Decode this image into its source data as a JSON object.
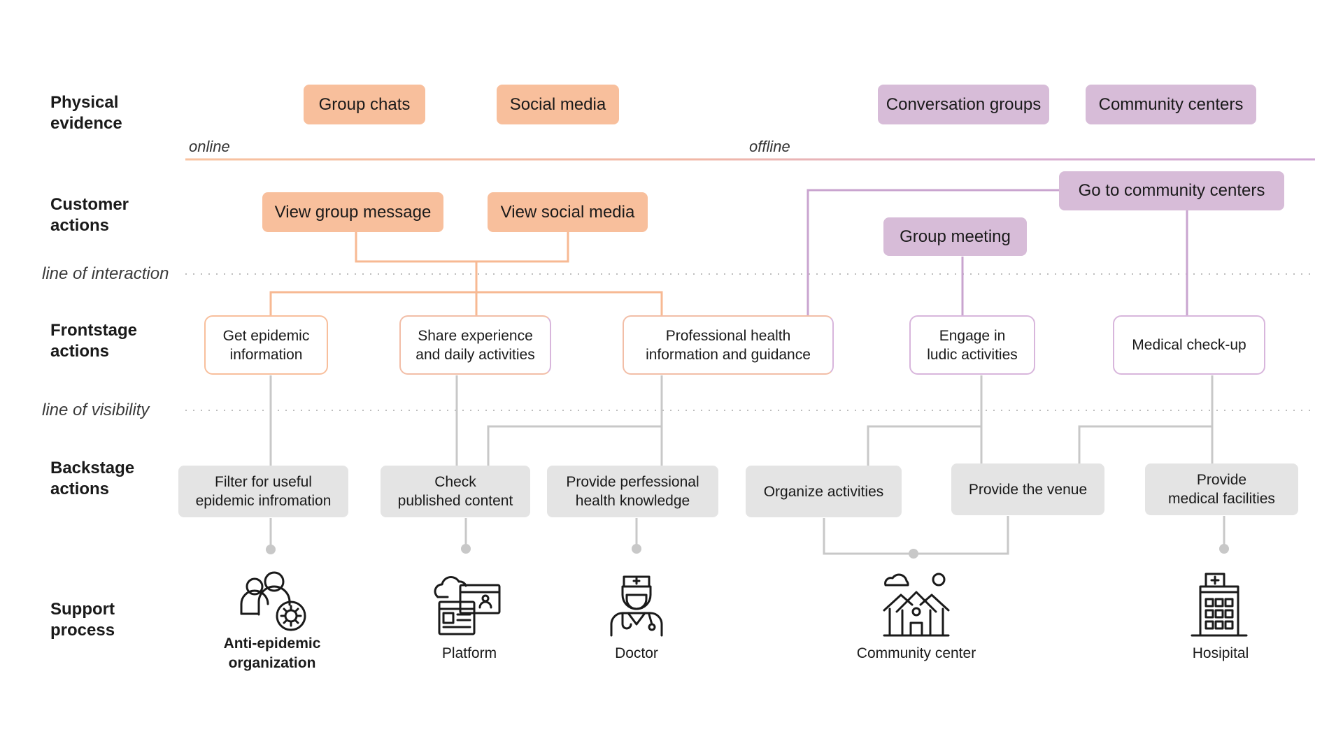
{
  "row_labels": {
    "physical": "Physical\nevidence",
    "customer": "Customer\nactions",
    "frontstage": "Frontstage\nactions",
    "backstage": "Backstage\nactions",
    "support": "Support\nprocess"
  },
  "line_labels": {
    "interaction": "line of interaction",
    "visibility": "line of visibility"
  },
  "zones": {
    "online": "online",
    "offline": "offline"
  },
  "physical_evidence": {
    "group_chats": "Group chats",
    "social_media": "Social media",
    "conversation_groups": "Conversation groups",
    "community_centers": "Community centers"
  },
  "customer_actions": {
    "view_group_message": "View group message",
    "view_social_media": "View social media",
    "group_meeting": "Group meeting",
    "go_to_community_centers": "Go to community centers"
  },
  "frontstage_actions": {
    "get_epidemic_info": "Get epidemic\ninformation",
    "share_experience": "Share experience\nand daily activities",
    "professional_health": "Professional health\ninformation and guidance",
    "engage_ludic": "Engage in\nludic activities",
    "medical_checkup": "Medical check-up"
  },
  "backstage_actions": {
    "filter_info": "Filter for useful\nepidemic infromation",
    "check_content": "Check\npublished content",
    "provide_knowledge": "Provide perfessional\nhealth knowledge",
    "organize_activities": "Organize activities",
    "provide_venue": "Provide the venue",
    "provide_facilities": "Provide\nmedical facilities"
  },
  "support_process": {
    "anti_epidemic": "Anti-epidemic\norganization",
    "platform": "Platform",
    "doctor": "Doctor",
    "community_center": "Community center",
    "hospital": "Hosipital"
  },
  "colors": {
    "online_orange": "#f8bf9c",
    "offline_purple": "#d7bcd8",
    "connector_orange": "#f7b993",
    "connector_purple": "#c9a4cf",
    "connector_gray": "#c8c8c8",
    "backstage_gray": "#e4e4e4"
  },
  "icons": {
    "anti_epidemic": "people-virus-icon",
    "platform": "cloud-web-platform-icon",
    "doctor": "doctor-icon",
    "community_center": "community-houses-icon",
    "hospital": "hospital-building-icon"
  }
}
